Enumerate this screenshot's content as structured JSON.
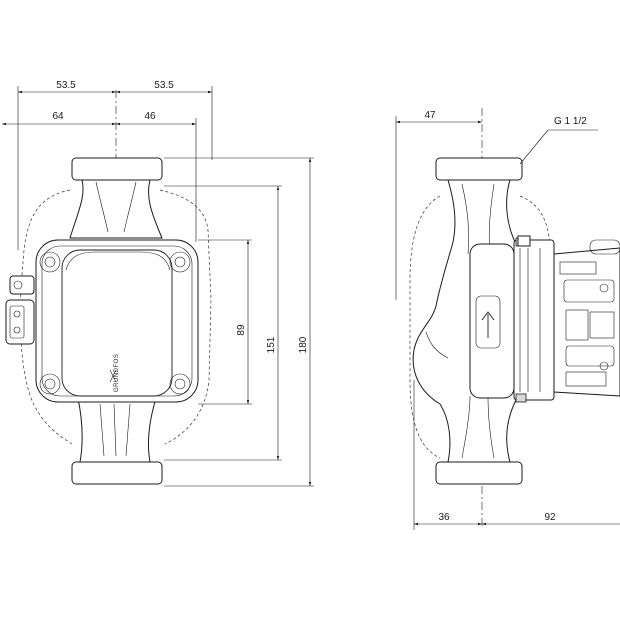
{
  "dimensions": {
    "front_top_left": "53.5",
    "front_top_right": "53.5",
    "front_second_left": "64",
    "front_second_right": "46",
    "front_height_inner": "89",
    "front_height_mid": "151",
    "front_height_total": "180",
    "side_top": "47",
    "side_bottom_left": "36",
    "side_bottom_right": "92"
  },
  "labels": {
    "thread": "G 1 1/2",
    "brand": "GRUNDFOS"
  },
  "colors": {
    "line": "#1a1a1a",
    "background": "#ffffff"
  }
}
